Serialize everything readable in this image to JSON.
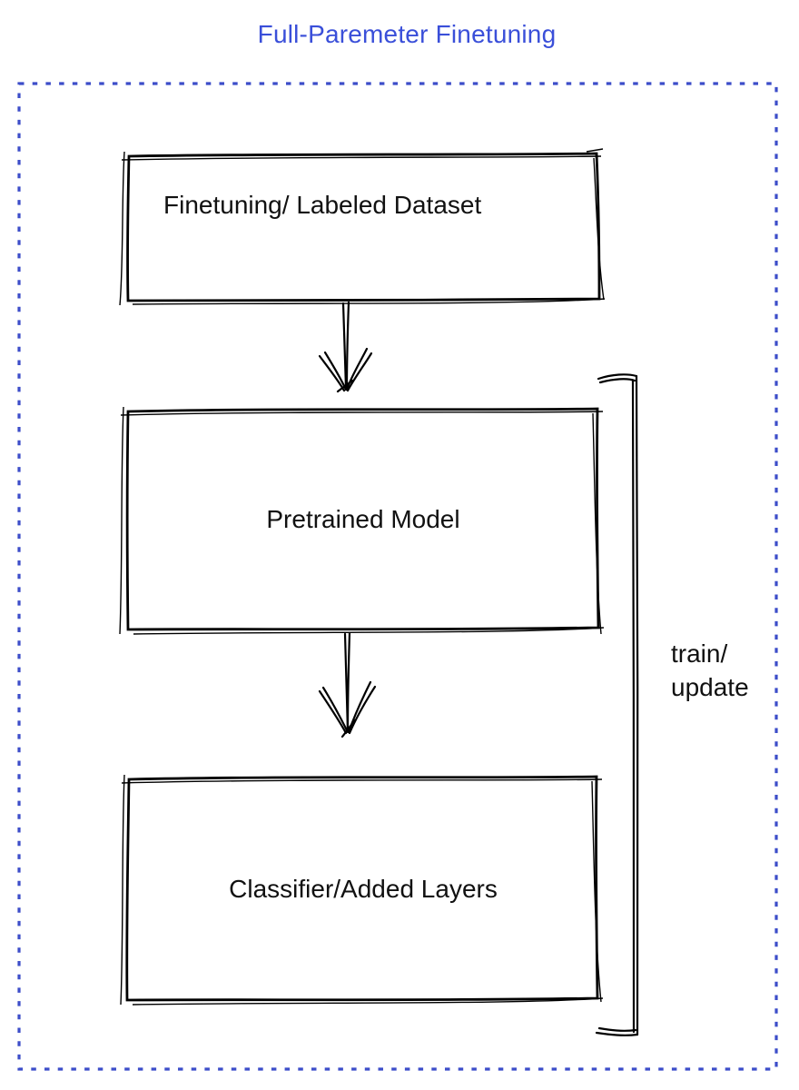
{
  "title": {
    "text": "Full-Paremeter Finetuning",
    "color": "#3A4FD9"
  },
  "boxes": [
    {
      "id": "finetuning-dataset",
      "label": "Finetuning/ Labeled Dataset",
      "fill": "#8B939D"
    },
    {
      "id": "pretrained-model",
      "label": "Pretrained Model",
      "fill": "#4A6CE5"
    },
    {
      "id": "classifier-added-layers",
      "label": "Classifier/Added Layers",
      "fill": "#3EB656"
    }
  ],
  "arrows": [
    {
      "name": "arrow-down-1",
      "from": "finetuning-dataset",
      "to": "pretrained-model"
    },
    {
      "name": "arrow-down-2",
      "from": "pretrained-model",
      "to": "classifier-added-layers"
    }
  ],
  "bracket": {
    "label": "train/\nupdate",
    "shape": "right-side-bracket"
  },
  "colors": {
    "dotted_border": "#3C4DC9",
    "box_stroke": "#000000",
    "title_text": "#3A4FD9",
    "label_text": "#111111"
  }
}
